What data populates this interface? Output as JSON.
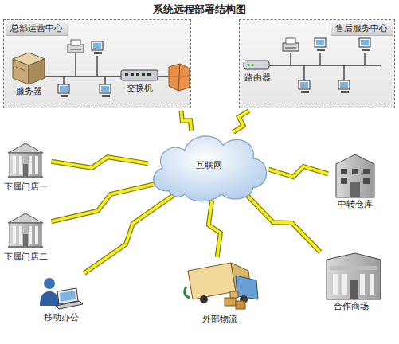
{
  "diagram": {
    "title": "系统远程部署结构图",
    "nodes": [
      {
        "text": [
          "总部运营中心"
        ]
      },
      {
        "text": [
          "服务器"
        ],
        "in": 0
      },
      {
        "text": [
          "交换机"
        ],
        "in": 0
      },
      {
        "text": [
          "售后服务中心"
        ]
      },
      {
        "text": [
          "路由器"
        ],
        "in": 3
      },
      {
        "text": [
          "互联网"
        ]
      },
      {
        "text": [
          "下属门店一"
        ]
      },
      {
        "text": [
          "中转仓库"
        ]
      },
      {
        "text": [
          "下属门店二"
        ]
      },
      {
        "text": [
          "移动办公"
        ]
      },
      {
        "text": [
          "外部物流"
        ]
      },
      {
        "text": [
          "合作商场"
        ]
      }
    ],
    "edges": [
      {
        "from": 5,
        "to": 0,
        "arrow": "none"
      },
      {
        "from": 5,
        "to": 3,
        "arrow": "none"
      },
      {
        "from": 5,
        "to": 6,
        "arrow": "none"
      },
      {
        "from": 5,
        "to": 7,
        "arrow": "none"
      },
      {
        "from": 5,
        "to": 8,
        "arrow": "none"
      },
      {
        "from": 5,
        "to": 9,
        "arrow": "none"
      },
      {
        "from": 5,
        "to": 10,
        "arrow": "none"
      },
      {
        "from": 5,
        "to": 11,
        "arrow": "none"
      }
    ]
  }
}
